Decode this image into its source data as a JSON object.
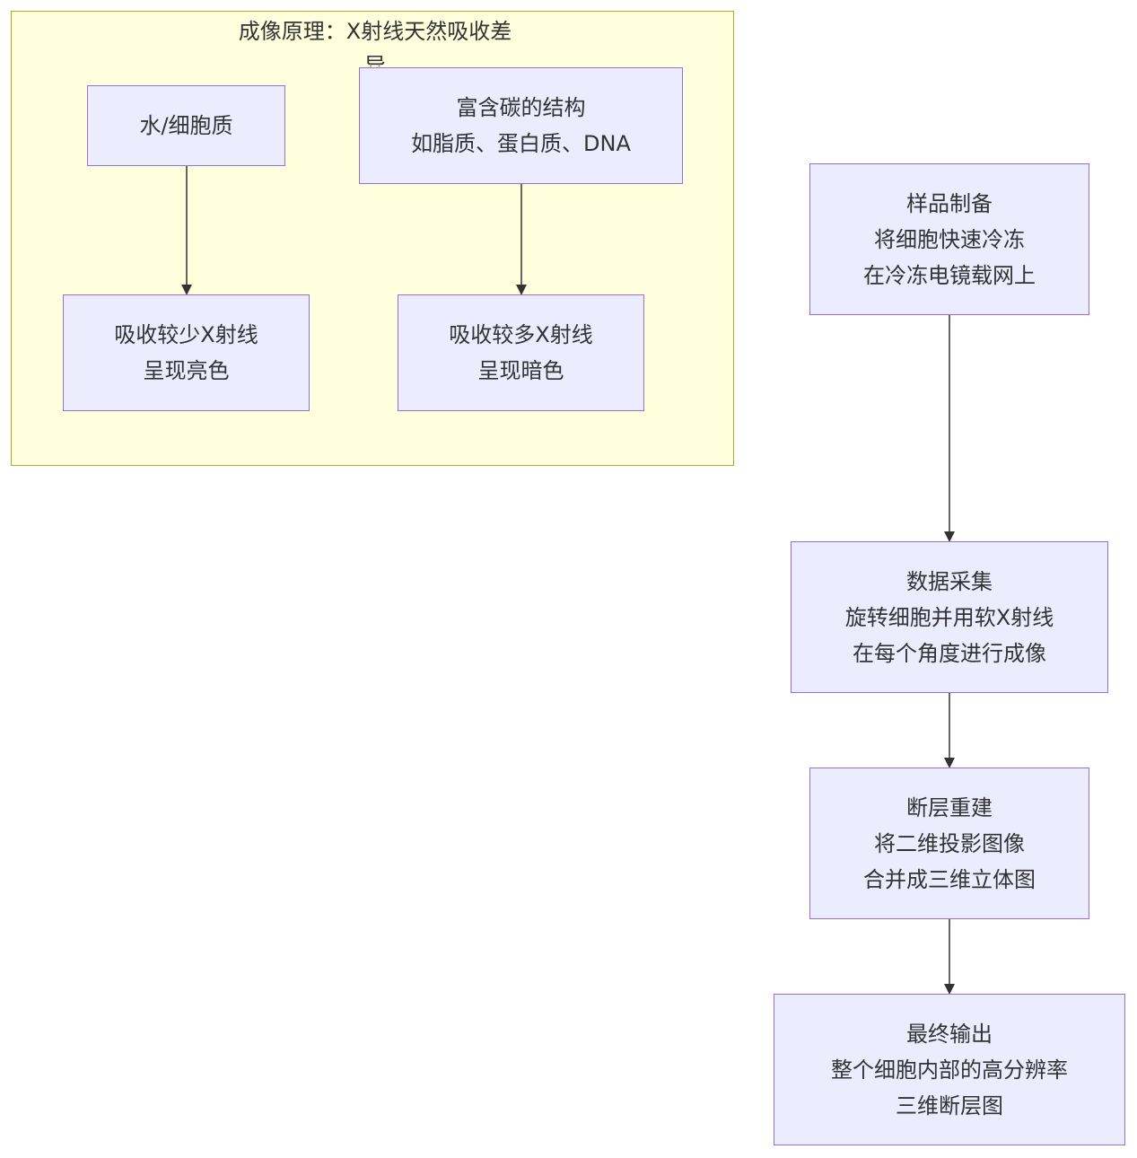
{
  "subgraph": {
    "title": "成像原理：X射线天然吸收差异"
  },
  "nodes": {
    "water": {
      "lines": [
        "水/细胞质"
      ]
    },
    "carbon": {
      "lines": [
        "富含碳的结构",
        "如脂质、蛋白质、DNA"
      ]
    },
    "less_absorb": {
      "lines": [
        "吸收较少X射线",
        "呈现亮色"
      ]
    },
    "more_absorb": {
      "lines": [
        "吸收较多X射线",
        "呈现暗色"
      ]
    },
    "prep": {
      "lines": [
        "样品制备",
        "将细胞快速冷冻",
        "在冷冻电镜载网上"
      ]
    },
    "collect": {
      "lines": [
        "数据采集",
        "旋转细胞并用软X射线",
        "在每个角度进行成像"
      ]
    },
    "recon": {
      "lines": [
        "断层重建",
        "将二维投影图像",
        "合并成三维立体图"
      ]
    },
    "output": {
      "lines": [
        "最终输出",
        "整个细胞内部的高分辨率",
        "三维断层图"
      ]
    }
  },
  "edges": [
    {
      "from": "water",
      "to": "less_absorb"
    },
    {
      "from": "carbon",
      "to": "more_absorb"
    },
    {
      "from": "prep",
      "to": "collect"
    },
    {
      "from": "collect",
      "to": "recon"
    },
    {
      "from": "recon",
      "to": "output"
    }
  ],
  "colors": {
    "node_fill": "#ececff",
    "node_border": "#9370db",
    "subgraph_fill": "#ffffde",
    "subgraph_border": "#aaaa33",
    "edge": "#333333"
  }
}
